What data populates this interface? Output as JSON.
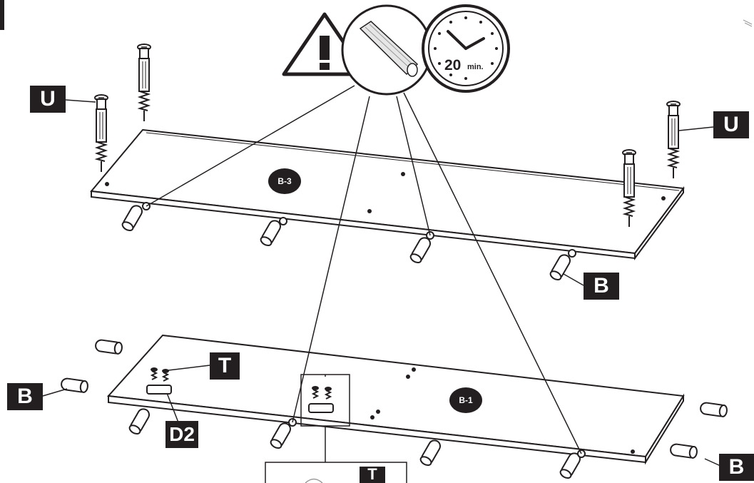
{
  "labels": {
    "u_left": "U",
    "u_right": "U",
    "b_mid": "B",
    "b_left": "B",
    "b_right": "B",
    "t_top": "T",
    "t_bottom": "T",
    "d2": "D2"
  },
  "panels": {
    "upper": "B-3",
    "lower": "B-1"
  },
  "time": {
    "value": "20",
    "unit": "min."
  },
  "colors": {
    "ink": "#231f20",
    "paper": "#ffffff"
  }
}
